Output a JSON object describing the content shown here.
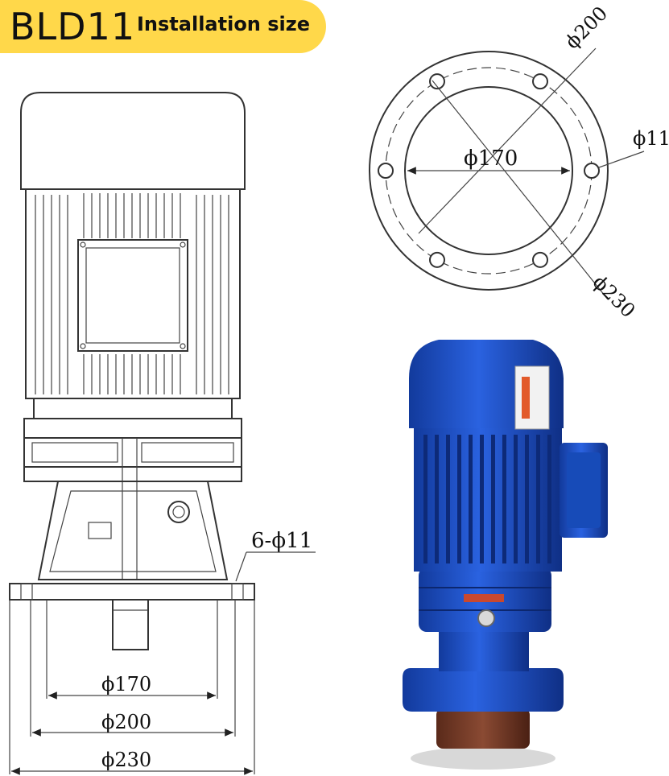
{
  "banner": {
    "code": "BLD11",
    "subtitle": "Installation size"
  },
  "flange_view": {
    "dim_200": "ϕ200",
    "dim_11": "ϕ11",
    "dim_170": "ϕ170",
    "dim_230": "ϕ230"
  },
  "side_view": {
    "holes": "6-ϕ11",
    "dim_170": "ϕ170",
    "dim_200": "ϕ200",
    "dim_230": "ϕ230"
  },
  "colors": {
    "banner": "#ffd84a",
    "motor_blue": "#1f4fc4",
    "base_brown": "#7a3f2a"
  }
}
